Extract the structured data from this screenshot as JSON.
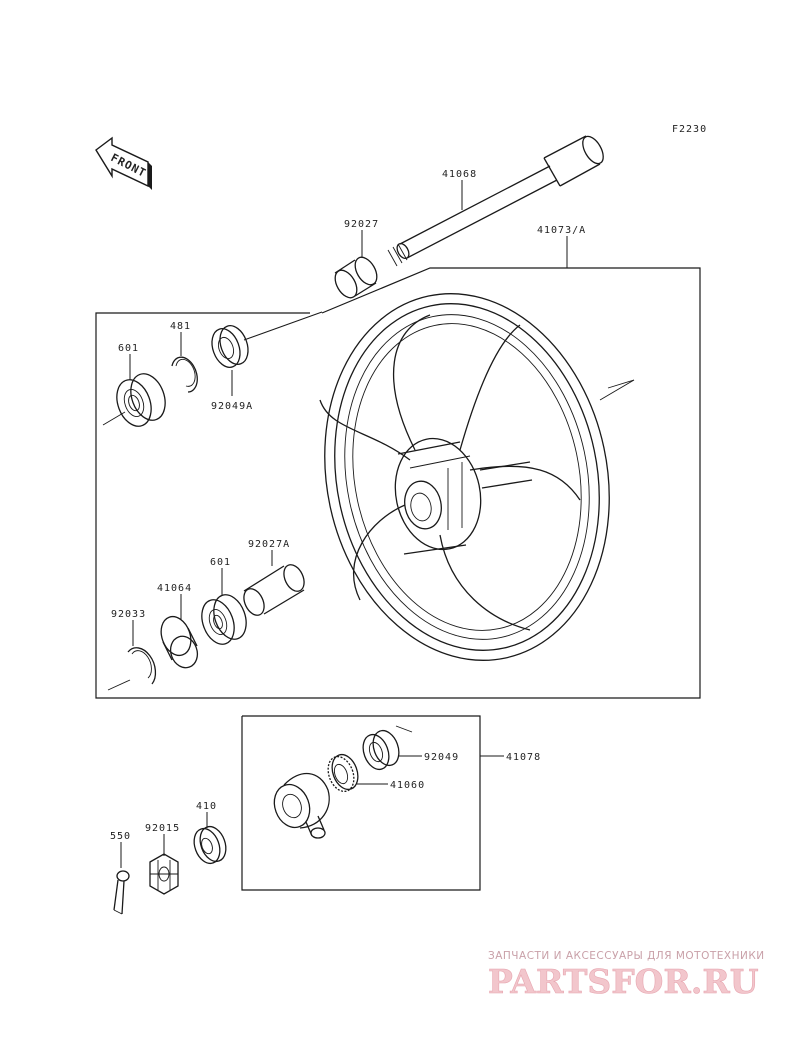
{
  "diagram": {
    "code": "F2230",
    "front_label": "FRONT"
  },
  "parts": [
    {
      "id": "axle",
      "number": "41068"
    },
    {
      "id": "collar-left",
      "number": "92027"
    },
    {
      "id": "wheel",
      "number": "41073/A"
    },
    {
      "id": "circlip",
      "number": "481"
    },
    {
      "id": "bearing-top",
      "number": "601"
    },
    {
      "id": "oil-seal-top",
      "number": "92049A"
    },
    {
      "id": "collar-inner",
      "number": "92027A"
    },
    {
      "id": "bearing-bottom",
      "number": "601"
    },
    {
      "id": "hub-cover",
      "number": "41064"
    },
    {
      "id": "snap-ring",
      "number": "92033"
    },
    {
      "id": "oil-seal-gear",
      "number": "92049"
    },
    {
      "id": "gearbox-assembly",
      "number": "41078"
    },
    {
      "id": "speedo-gear",
      "number": "41060"
    },
    {
      "id": "washer",
      "number": "410"
    },
    {
      "id": "castle-nut",
      "number": "92015"
    },
    {
      "id": "cotter-pin",
      "number": "550"
    }
  ],
  "watermark": {
    "tagline": "ЗАПЧАСТИ И АКСЕССУАРЫ ДЛЯ МОТОТЕХНИКИ",
    "brand": "PARTSFOR.RU"
  }
}
